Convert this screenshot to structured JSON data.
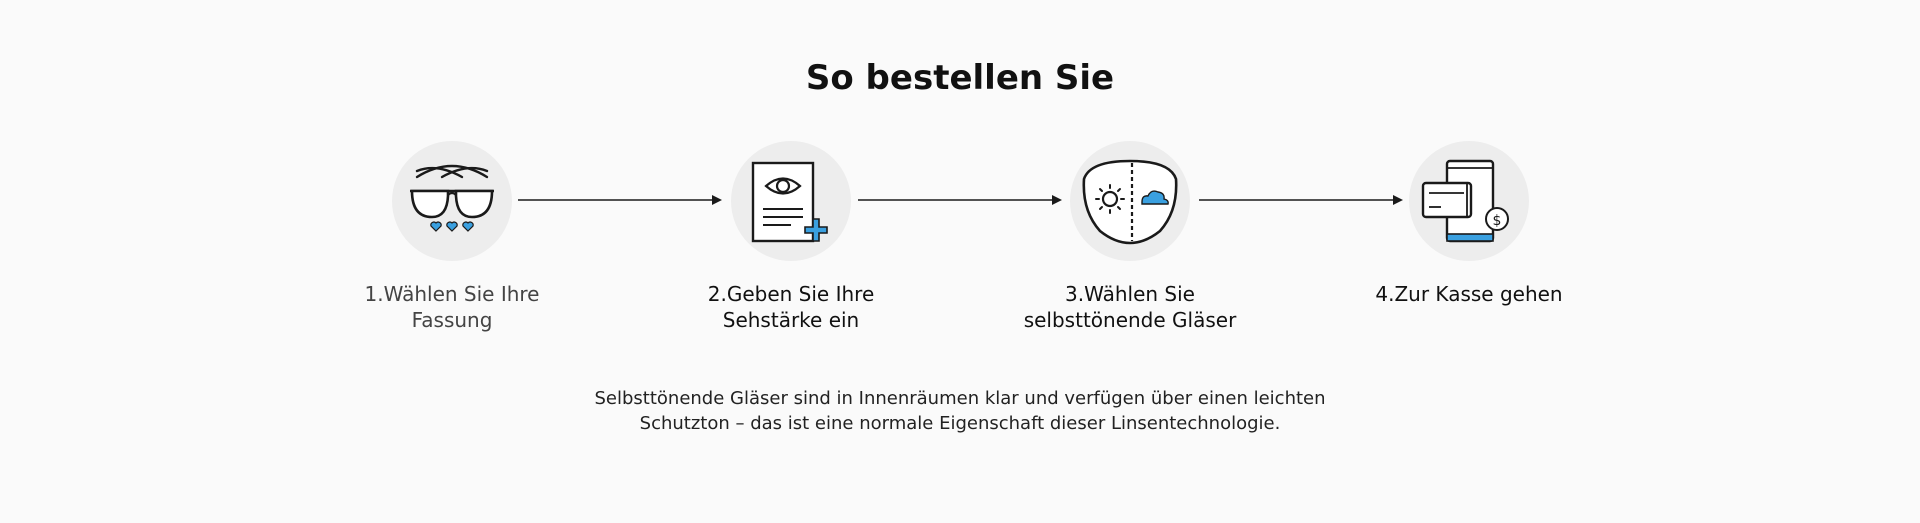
{
  "title": "So bestellen Sie",
  "steps": [
    {
      "icon": "glasses-with-hearts-icon",
      "label_line1": "1.Wählen Sie Ihre",
      "label_line2": "Fassung"
    },
    {
      "icon": "prescription-document-icon",
      "label_line1": "2.Geben Sie Ihre",
      "label_line2": "Sehstärke ein"
    },
    {
      "icon": "photochromic-lens-icon",
      "label_line1": "3.Wählen Sie",
      "label_line2": "selbsttönende Gläser"
    },
    {
      "icon": "checkout-payment-icon",
      "label_line1": "4.Zur Kasse gehen",
      "label_line2": ""
    }
  ],
  "note": {
    "line1": "Selbsttönende Gläser sind in Innenräumen klar und verfügen über einen leichten",
    "line2": "Schutzton – das ist eine normale Eigenschaft dieser Linsentechnologie."
  },
  "colors": {
    "accent": "#3aa0e0",
    "icon_stroke": "#1a1a1a",
    "circle_bg": "#ededed",
    "background": "#fafafa"
  }
}
